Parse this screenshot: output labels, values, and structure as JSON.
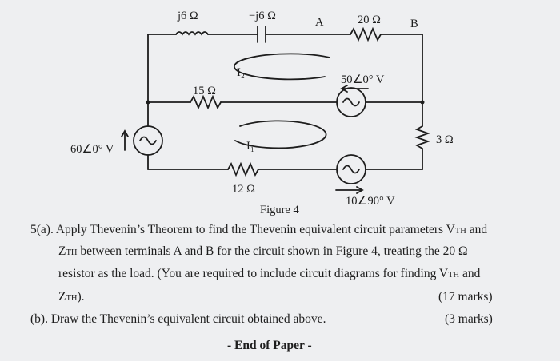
{
  "figure": {
    "caption": "Figure 4",
    "labels": {
      "l_j6": "j6 Ω",
      "c_mj6": "−j6 Ω",
      "node_a": "A",
      "r20": "20 Ω",
      "node_b": "B",
      "r15": "15 Ω",
      "i2": "I₂",
      "v50": "50∠0° V",
      "v60": "60∠0° V",
      "i1": "I₁",
      "r3": "3 Ω",
      "r12": "12 Ω",
      "v10": "10∠90° V"
    }
  },
  "question": {
    "a_num": "5(a).",
    "a_l1_pre": "Apply Thevenin’s Theorem to find the Thevenin equivalent circuit parameters V",
    "a_l1_sub": "TH",
    "a_l1_post": " and",
    "a_l2_pre": "Z",
    "a_l2_sub": "TH",
    "a_l2_post": " between terminals A and B for the circuit shown in Figure 4, treating the 20 Ω",
    "a_l3_pre": "resistor as the load. (You are required to include circuit diagrams for finding V",
    "a_l3_sub": "TH",
    "a_l3_post": " and",
    "a_l4_pre": "Z",
    "a_l4_sub": "TH",
    "a_l4_post": ").",
    "a_marks": "(17 marks)",
    "b_num": "(b).",
    "b_text": "Draw the Thevenin’s equivalent circuit obtained above.",
    "b_marks": "(3 marks)",
    "end": "- End of Paper -"
  }
}
